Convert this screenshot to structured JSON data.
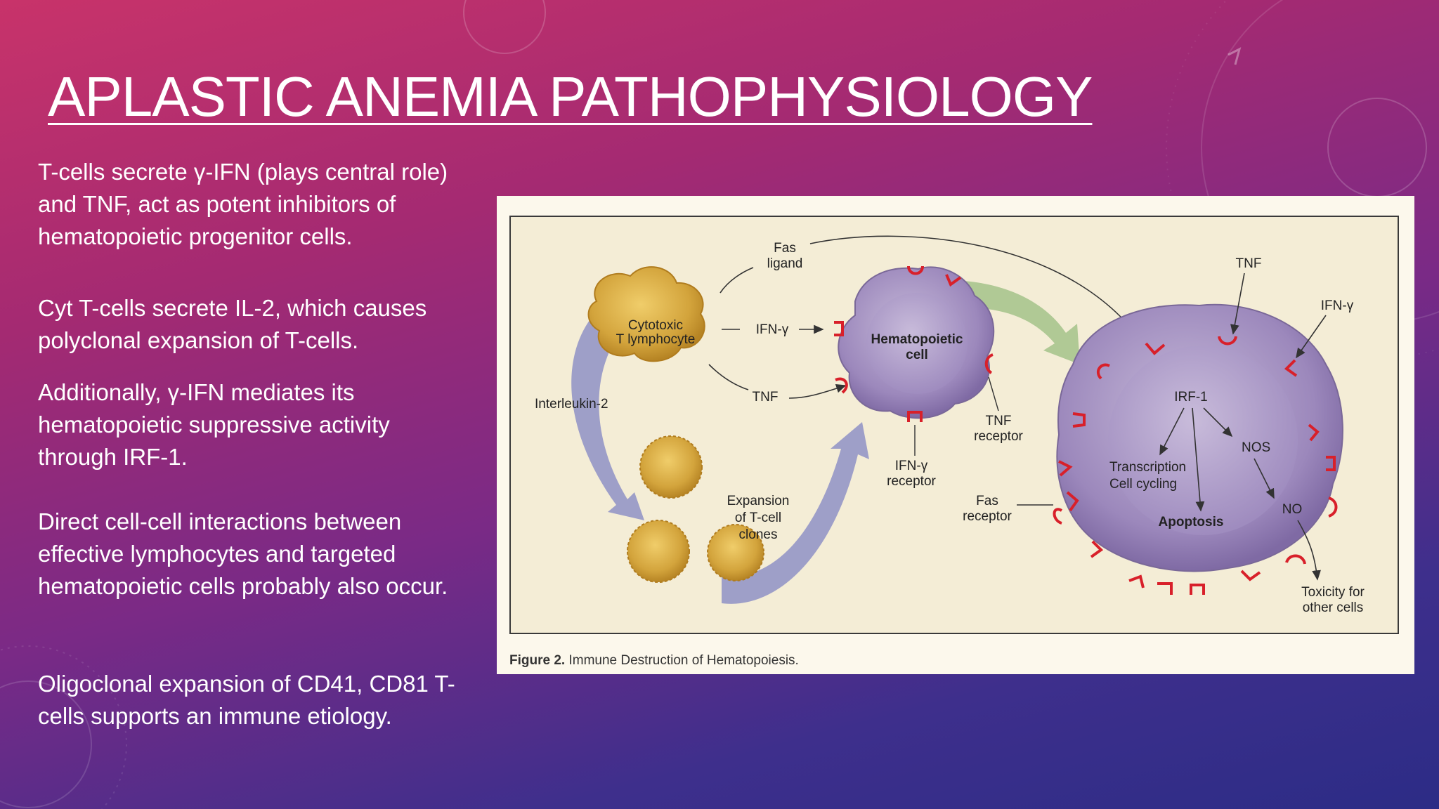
{
  "slide": {
    "title": "APLASTIC ANEMIA PATHOPHYSIOLOGY",
    "bullets": [
      "T-cells secrete γ-IFN (plays central role) and TNF, act as potent inhibitors of hematopoietic progenitor cells.",
      "Cyt T-cells secrete IL-2, which causes polyclonal expansion of T-cells.",
      "Additionally, γ-IFN mediates its hematopoietic suppressive activity through IRF-1.",
      "Direct cell-cell interactions between effective lymphocytes and targeted hematopoietic cells probably also occur.",
      "Oligoclonal expansion of CD41, CD81 T-cells supports an immune etiology."
    ]
  },
  "figure": {
    "caption_label": "Figure 2.",
    "caption_text": "Immune Destruction of Hematopoiesis.",
    "labels": {
      "cytotoxic_1": "Cytotoxic",
      "cytotoxic_2": "T lymphocyte",
      "fas_ligand_1": "Fas",
      "fas_ligand_2": "ligand",
      "ifn_gamma": "IFN-γ",
      "tnf": "TNF",
      "hematopoietic_1": "Hematopoietic",
      "hematopoietic_2": "cell",
      "interleukin": "Interleukin-2",
      "expansion_1": "Expansion",
      "expansion_2": "of T-cell",
      "expansion_3": "clones",
      "tnf_receptor_1": "TNF",
      "tnf_receptor_2": "receptor",
      "ifn_receptor_1": "IFN-γ",
      "ifn_receptor_2": "receptor",
      "fas_receptor_1": "Fas",
      "fas_receptor_2": "receptor",
      "tnf_right": "TNF",
      "ifn_right": "IFN-γ",
      "irf1": "IRF-1",
      "nos": "NOS",
      "transcription": "Transcription",
      "cell_cycling": "Cell cycling",
      "no": "NO",
      "apoptosis": "Apoptosis",
      "toxicity_1": "Toxicity for",
      "toxicity_2": "other cells"
    }
  },
  "colors": {
    "accent": "#ffffff",
    "lymphocyte": "#d4a93e",
    "cell_purple": "#9b8ab8",
    "receptor_red": "#d8202a",
    "arrow_blue": "#8b8fc4",
    "arrow_green": "#a9c48e"
  }
}
